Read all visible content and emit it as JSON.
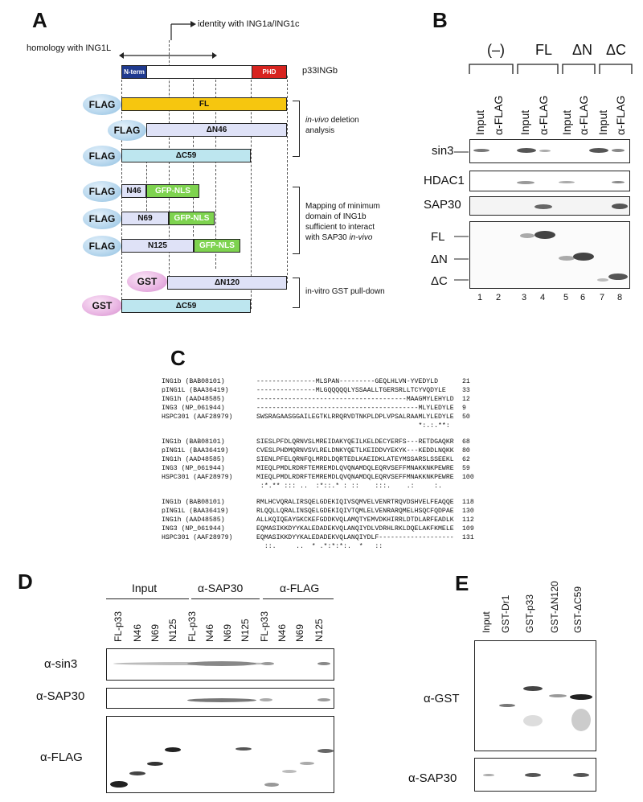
{
  "panels": {
    "a": "A",
    "b": "B",
    "c": "C",
    "d": "D",
    "e": "E"
  },
  "panelA": {
    "identity_label": "identity with ING1a/ING1c",
    "homology_label": "homology with ING1L",
    "p33_label": "p33INGb",
    "nterm_label": "N-term",
    "phd_label": "PHD",
    "flag": "FLAG",
    "gst": "GST",
    "fl": "FL",
    "dn46": "ΔN46",
    "dc59": "ΔC59",
    "n46": "N46",
    "n69": "N69",
    "n125": "N125",
    "gfp_nls": "GFP-NLS",
    "dn120": "ΔN120",
    "invivo_1": "in-vivo",
    "invivo_2": " deletion",
    "invivo_3": "analysis",
    "mapping_1": "Mapping of minimum",
    "mapping_2": "domain of ING1b",
    "mapping_3": "sufficient to interact",
    "mapping_4": "with SAP30 ",
    "mapping_5": "in-vivo",
    "pulldown": "in-vitro GST pull-down",
    "colors": {
      "fl": "#f6c60f",
      "dn": "#dfe2f7",
      "dc": "#bde6ef",
      "nterm": "#1f3a8f",
      "phd": "#d7231f",
      "gfp": "#7ed34f"
    }
  },
  "panelB": {
    "groups": [
      "(–)",
      "FL",
      "ΔN",
      "ΔC"
    ],
    "lanes": [
      "Input",
      "α-FLAG",
      "Input",
      "α-FLAG",
      "Input",
      "α-FLAG",
      "Input",
      "α-FLAG"
    ],
    "rows": [
      "sin3",
      "HDAC1",
      "SAP30",
      "FL",
      "ΔN",
      "ΔC"
    ],
    "lane_numbers": [
      "1",
      "2",
      "3",
      "4",
      "5",
      "6",
      "7",
      "8"
    ]
  },
  "panelC": {
    "blocks": [
      {
        "lines": [
          {
            "name": "ING1b (BAB08101)",
            "seq": "---------------MLSPAN---------GEQLHLVN-YVEDYLD",
            "num": "21"
          },
          {
            "name": "pING1L (BAA36419)",
            "seq": "---------------MLGQQQQQLYSSAALLTGERSRLLTCYVQDYLE",
            "num": "33"
          },
          {
            "name": "ING1h (AAD48585)",
            "seq": "--------------------------------------MAAGMYLEHYLD",
            "num": "12"
          },
          {
            "name": "ING3 (NP_061944)",
            "seq": "-----------------------------------------MLYLEDYLE",
            "num": "9"
          },
          {
            "name": "HSPC301 (AAF28979)",
            "seq": "SWSRAGAASGGAILEGTKLRRQRVDTNKPLDPLVPSALRAAMLYLEDYLE",
            "num": "50"
          }
        ],
        "cons": "                                         *:.:.**:"
      },
      {
        "lines": [
          {
            "name": "ING1b (BAB08101)",
            "seq": "SIESLPFDLQRNVSLMREIDAKYQEILKELDECYERFS---RETDGAQKR",
            "num": "68"
          },
          {
            "name": "pING1L (BAA36419)",
            "seq": "CVESLPHDMQRNVSVLRELDNKYQETLKEIDDVYEKYK---KEDDLNQKK",
            "num": "80"
          },
          {
            "name": "ING1h (AAD48585)",
            "seq": "SIENLPFELQRNFQLMRDLDQRTEDLKAEIDKLATEYMSSARSLSSEEKL",
            "num": "62"
          },
          {
            "name": "ING3 (NP_061944)",
            "seq": "MIEQLPMDLRDRFTEMREMDLQVQNAMDQLEQRVSEFFMNAKKNKPEWRE",
            "num": "59"
          },
          {
            "name": "HSPC301 (AAF28979)",
            "seq": "MIEQLPMDLRDRFTEMREMDLQVQNAMDQLEQRVSEFFMNAKKNKPEWRE",
            "num": "100"
          }
        ],
        "cons": " :*.** ::: ..  :*::.* : ::    :::.    .:     :."
      },
      {
        "lines": [
          {
            "name": "ING1b (BAB08101)",
            "seq": "RMLHCVQRALIRSQELGDEKIQIVSQMVELVENRTRQVDSHVELFEAQQE",
            "num": "118"
          },
          {
            "name": "pING1L (BAA36419)",
            "seq": "RLQQLLQRALINSQELGDEKIQIVTQMLELVENRARQMELHSQCFQDPAE",
            "num": "130"
          },
          {
            "name": "ING1h (AAD48585)",
            "seq": "ALLKQIQEAYGKCKEFGDDKVQLAMQTYEMVDKHIRRLDTDLARFEADLK",
            "num": "112"
          },
          {
            "name": "ING3 (NP_061944)",
            "seq": "EQMASIKKDYYKALEDADEKVQLANQIYDLVDRHLRKLDQELAKFKMELE",
            "num": "109"
          },
          {
            "name": "HSPC301 (AAF28979)",
            "seq": "EQMASIKKDYYKALEDADEKVQLANQIYDLF-------------------",
            "num": "131"
          }
        ],
        "cons": "  ::.     ..  * .*:*:*:.  *   ::"
      }
    ]
  },
  "panelD": {
    "groups": [
      "Input",
      "α-SAP30",
      "α-FLAG"
    ],
    "lanes": [
      "FL-p33",
      "N46",
      "N69",
      "N125",
      "FL-p33",
      "N46",
      "N69",
      "N125",
      "FL-p33",
      "N46",
      "N69",
      "N125"
    ],
    "rows": [
      "α-sin3",
      "α-SAP30",
      "α-FLAG"
    ]
  },
  "panelE": {
    "lanes": [
      "Input",
      "GST-Dr1",
      "GST-p33",
      "GST-ΔN120",
      "GST-ΔC59"
    ],
    "rows": [
      "α-GST",
      "α-SAP30"
    ]
  }
}
